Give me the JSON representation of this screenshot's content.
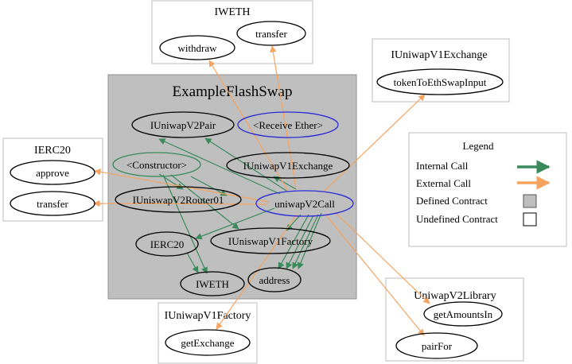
{
  "colors": {
    "internal": "#3a8a5c",
    "external": "#f4a460",
    "defined_fill": "#bfbfbf",
    "undefined_fill": "#ffffff",
    "receive_ether_stroke": "#2b2bd6",
    "callback_stroke": "#2b2bd6",
    "constructor_stroke": "#3a8a5c",
    "default_stroke": "#000000"
  },
  "clusters": {
    "iweth": {
      "title": "IWETH"
    },
    "iuniswapv1exchange": {
      "title": "IUniwapV1Exchange"
    },
    "example": {
      "title": "ExampleFlashSwap"
    },
    "ierc20": {
      "title": "IERC20"
    },
    "iuniswapv1factory": {
      "title": "IUniwapV1Factory"
    },
    "uniswapv2library": {
      "title": "UniwapV2Library"
    }
  },
  "nodes": {
    "iweth_withdraw": "withdraw",
    "iweth_transfer": "transfer",
    "exch_token_to_eth": "tokenToEthSwapInput",
    "ierc20_approve": "approve",
    "ierc20_transfer": "transfer",
    "factory_get_exchange": "getExchange",
    "lib_get_amounts_in": "getAmountsIn",
    "lib_pair_for": "pairFor",
    "ex_iuniswapv2pair": "IUniwapV2Pair",
    "ex_receive_ether": "<Receive Ether>",
    "ex_constructor": "<Constructor>",
    "ex_iuniswapv1exchange": "IUniwapV1Exchange",
    "ex_iuniswapv2router01": "IUniswapV2Router01",
    "ex_uniswapv2call": "uniwapV2Call",
    "ex_ierc20": "IERC20",
    "ex_iuniswapv1factory": "IUniswapV1Factory",
    "ex_iweth": "IWETH",
    "ex_address": "address"
  },
  "legend": {
    "title": "Legend",
    "internal_call": "Internal Call",
    "external_call": "External Call",
    "defined_contract": "Defined Contract",
    "undefined_contract": "Undefined Contract"
  }
}
